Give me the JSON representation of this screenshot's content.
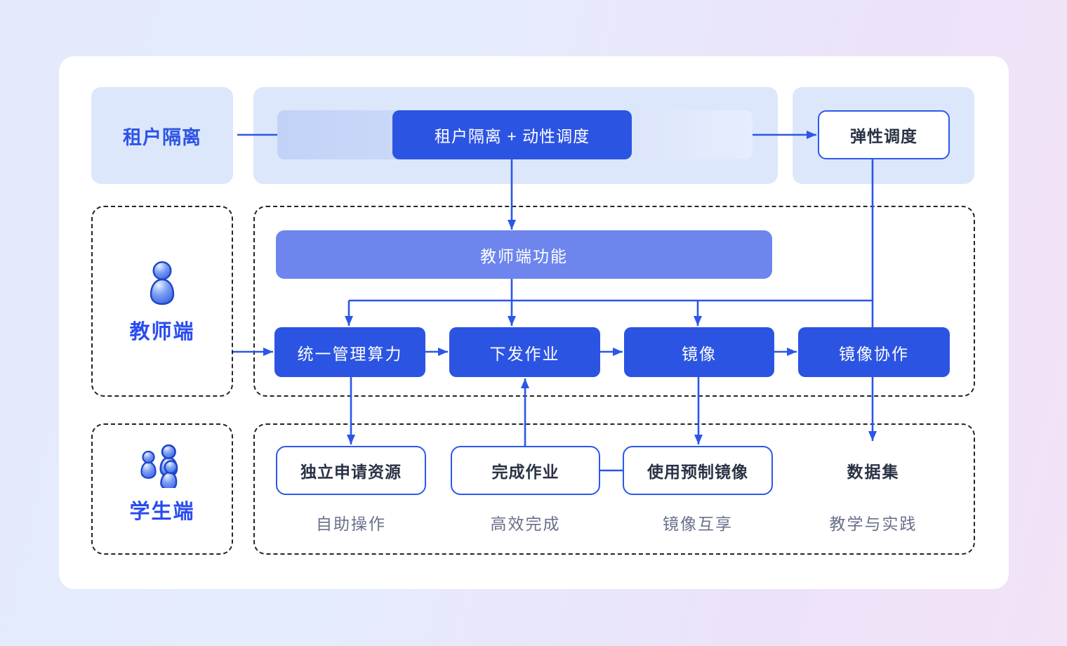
{
  "theme": {
    "primary_button_blue": "#2c54e3",
    "connector_blue": "#2b56e8",
    "medium_bar_blue": "#6d85ed",
    "light_tile_blue": "#dce7fb",
    "dark_text": "#2a3245",
    "caption_gray": "#68718a",
    "side_label_blue": "#2a4cf0"
  },
  "row_tenant": {
    "left_tile_label": "租户隔离",
    "main_button_label": "租户隔离 + 动性调度",
    "right_box_label": "弹性调度"
  },
  "row_teacher": {
    "side_label": "教师端",
    "side_icon": "person-icon",
    "header_bar_label": "教师端功能",
    "buttons": [
      "统一管理算力",
      "下发作业",
      "镜像",
      "镜像协作"
    ]
  },
  "row_student": {
    "side_label": "学生端",
    "side_icon": "group-icon",
    "boxes": [
      "独立申请资源",
      "完成作业",
      "使用预制镜像"
    ],
    "plain_item": "数据集",
    "captions": [
      "自助操作",
      "高效完成",
      "镜像互享",
      "教学与实践"
    ]
  }
}
